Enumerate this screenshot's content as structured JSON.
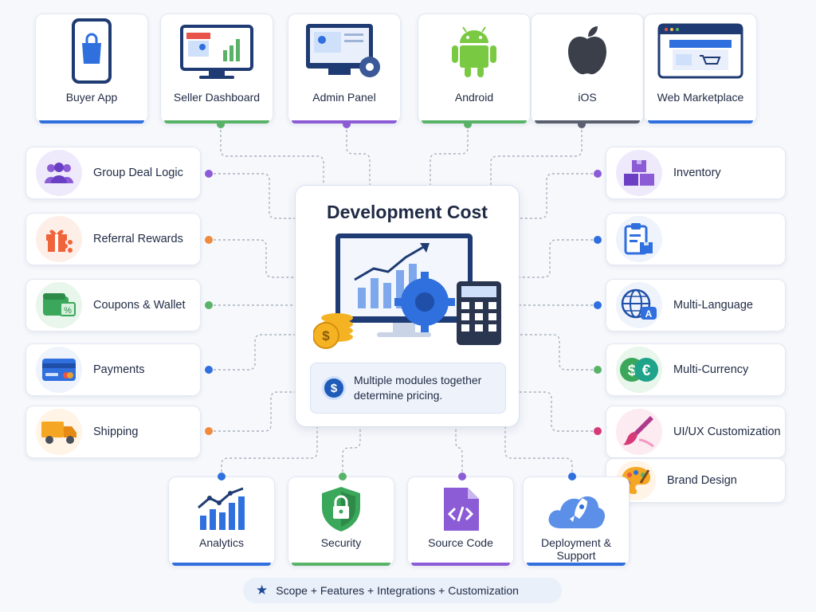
{
  "colors": {
    "blue": "#2f6fde",
    "green": "#58b368",
    "purple": "#8b5cd6",
    "dark": "#5a6070",
    "orange": "#f08a3c",
    "pink": "#d63a78"
  },
  "top_modules": [
    {
      "label": "Buyer App",
      "icon": "shopping-bag-phone-icon"
    },
    {
      "label": "Seller Dashboard",
      "icon": "storefront-monitor-icon"
    },
    {
      "label": "Admin Panel",
      "icon": "admin-monitor-gear-icon"
    },
    {
      "label": "Android",
      "icon": "android-icon"
    },
    {
      "label": "iOS",
      "icon": "apple-icon"
    },
    {
      "label": "Web Marketplace",
      "icon": "web-store-icon"
    }
  ],
  "left_modules": [
    {
      "label": "Group Deal Logic",
      "icon": "group-users-icon"
    },
    {
      "label": "Referral Rewards",
      "icon": "gift-share-icon"
    },
    {
      "label": "Coupons & Wallet",
      "icon": "wallet-coupon-icon"
    },
    {
      "label": "Payments",
      "icon": "credit-card-icon"
    },
    {
      "label": "Shipping",
      "icon": "delivery-truck-icon"
    }
  ],
  "right_modules": [
    {
      "label": "Inventory",
      "icon": "boxes-icon"
    },
    {
      "label": "",
      "icon": "clipboard-box-icon"
    },
    {
      "label": "Multi-Language",
      "icon": "globe-translate-icon"
    },
    {
      "label": "Multi-Currency",
      "icon": "currency-coins-icon"
    },
    {
      "label": "UI/UX Customization",
      "icon": "paint-brush-icon"
    },
    {
      "label": "Brand Design",
      "icon": "palette-icon"
    }
  ],
  "bottom_modules": [
    {
      "label": "Analytics",
      "icon": "analytics-chart-icon"
    },
    {
      "label": "Security",
      "icon": "shield-lock-icon"
    },
    {
      "label": "Source Code",
      "icon": "code-file-icon"
    },
    {
      "label": "Deployment & Support",
      "icon": "cloud-rocket-icon"
    }
  ],
  "center": {
    "title": "Development Cost",
    "note": "Multiple modules together determine pricing.",
    "note_icon": "dollar-coin-icon",
    "illustration": "monitor-chart-gear-calculator-icon"
  },
  "footer": {
    "text": "Scope + Features + Integrations + Customization",
    "icon": "star-icon"
  }
}
